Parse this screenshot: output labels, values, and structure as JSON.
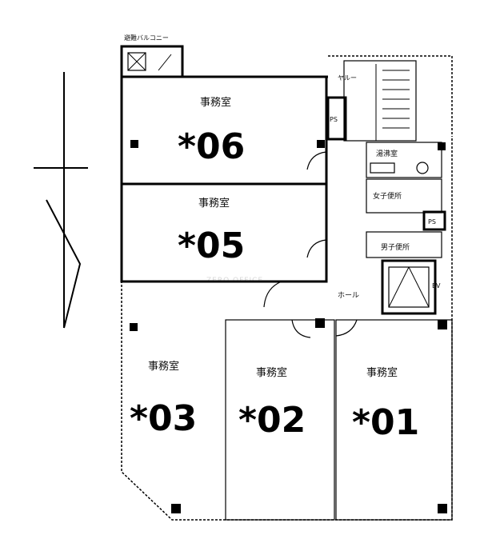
{
  "balcony_label": "避難バルコニー",
  "watermark": "ZERO OFFICE",
  "units": [
    {
      "room_type": "事務室",
      "number": "*06"
    },
    {
      "room_type": "事務室",
      "number": "*05"
    },
    {
      "room_type": "事務室",
      "number": "*03"
    },
    {
      "room_type": "事務室",
      "number": "*02"
    },
    {
      "room_type": "事務室",
      "number": "*01"
    }
  ],
  "core": {
    "stairs": "ヤルー",
    "ps_top": "PS",
    "hot_water": "湯沸室",
    "womens_wc": "女子便所",
    "ps_mid": "PS",
    "mens_wc": "男子便所",
    "elevator": "EV",
    "hall": "ホール"
  }
}
